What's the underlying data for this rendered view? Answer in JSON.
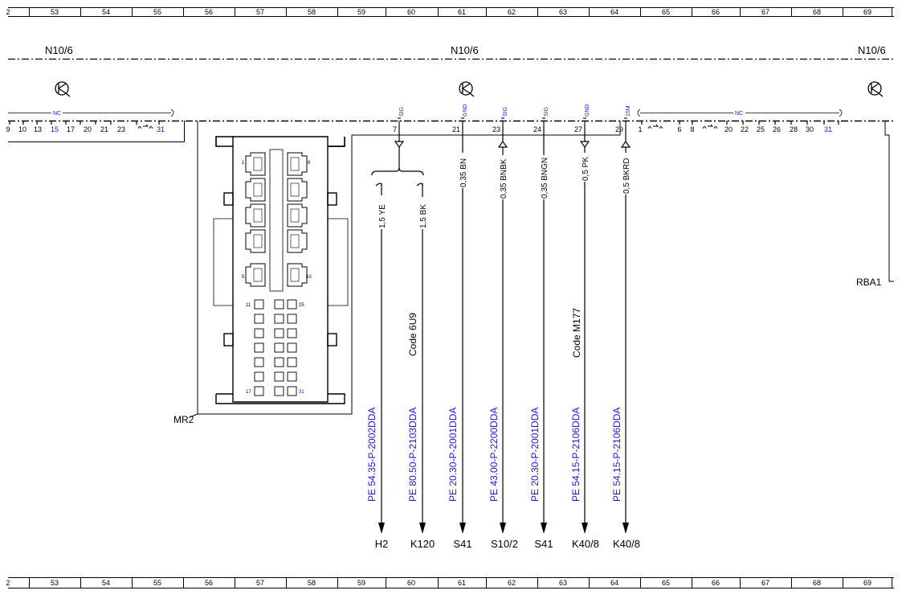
{
  "ruler": {
    "first_partial": "2",
    "numbers": [
      "53",
      "54",
      "55",
      "56",
      "57",
      "58",
      "59",
      "60",
      "61",
      "62",
      "63",
      "64",
      "65",
      "66",
      "67",
      "68",
      "69"
    ]
  },
  "components": {
    "left": "N10/6",
    "center": "N10/6",
    "right": "N10/6",
    "connector": "MR2",
    "right_connector": "RBA1"
  },
  "left_block": {
    "nc_label": "NC",
    "pins": [
      "9",
      "10",
      "13",
      "15",
      "17",
      "20",
      "21",
      "23",
      "31"
    ],
    "blue_pins": [
      "15",
      "31"
    ]
  },
  "right_block": {
    "nc_label": "NC",
    "pins": [
      "1",
      "6",
      "8",
      "20",
      "22",
      "25",
      "26",
      "28",
      "30",
      "31"
    ],
    "blue_pins": [
      "31"
    ]
  },
  "wires": [
    {
      "pin": "7",
      "signal": "SIG",
      "direction": "out",
      "branches": [
        {
          "spec": "1,5 YE",
          "ref": "PE 54.35-P-2002DDA",
          "dest": "H2"
        },
        {
          "spec": "1,5 BK",
          "ref": "PE 80.50-P-2103DDA",
          "dest": "K120",
          "code": "Code 6U9"
        }
      ]
    },
    {
      "pin": "21",
      "signal": "GND",
      "direction": "none",
      "spec": "0,35 BN",
      "ref": "PE 20.30-P-2001DDA",
      "dest": "S41"
    },
    {
      "pin": "23",
      "signal": "SIG",
      "direction": "in",
      "spec": "0,35 BNBK",
      "ref": "PE 43.00-P-2200DDA",
      "dest": "S10/2"
    },
    {
      "pin": "24",
      "signal": "SIG",
      "direction": "none",
      "spec": "0,35 BNGN",
      "ref": "PE 20.30-P-2001DDA",
      "dest": "S41"
    },
    {
      "pin": "27",
      "signal": "GND",
      "direction": "out",
      "spec": "0,5 PK",
      "ref": "PE 54.15-P-2106DDA",
      "dest": "K40/8",
      "code": "Code M177"
    },
    {
      "pin": "29",
      "signal": "15M",
      "direction": "in",
      "spec": "0,5 BKRD",
      "ref": "PE 54.15-P-2106DDA",
      "dest": "K40/8"
    }
  ],
  "connector_face": {
    "pin_labels": [
      "1",
      "6",
      "5",
      "10",
      "11",
      "25",
      "17",
      "31"
    ]
  },
  "colors": {
    "line": "#000000",
    "blue": "#1a1ad6",
    "background": "#ffffff"
  }
}
